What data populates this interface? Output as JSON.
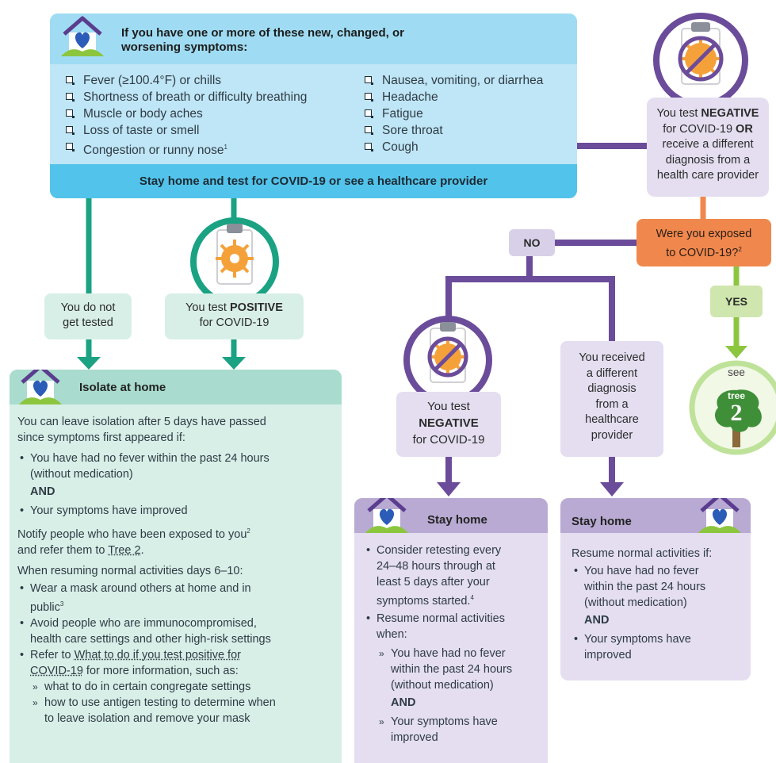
{
  "top_box": {
    "title_line1": "If you have one or more of these new, changed, or",
    "title_line2": "worsening symptoms:",
    "symptoms_left": [
      "Fever (≥100.4°F) or chills",
      "Shortness of breath or difficulty breathing",
      "Muscle or body aches",
      "Loss of taste or smell",
      "Congestion or runny nose"
    ],
    "footnote_1": "1",
    "symptoms_right": [
      "Nausea, vomiting, or diarrhea",
      "Headache",
      "Fatigue",
      "Sore throat",
      "Cough"
    ],
    "action": "Stay home and test for COVID-19 or see a healthcare provider"
  },
  "not_tested": {
    "line1": "You do not",
    "line2": "get tested"
  },
  "positive": {
    "pre": "You test ",
    "strong": "POSITIVE",
    "line2": "for COVID-19"
  },
  "negative_top": {
    "line1_pre": "You test ",
    "line1_strong": "NEGATIVE",
    "line2_pre": "for COVID-19 ",
    "line2_strong": "OR",
    "line3": "receive a different",
    "line4": "diagnosis from a",
    "line5": "health care provider"
  },
  "exposed_question": {
    "line1": "Were you exposed",
    "line2": "to COVID-19?",
    "footnote": "2"
  },
  "no_label": "NO",
  "yes_label": "YES",
  "tree2": {
    "see": "see",
    "tree": "tree",
    "num": "2"
  },
  "negative_mid": {
    "line1": "You test",
    "line2": "NEGATIVE",
    "line3": "for COVID-19"
  },
  "diff_diagnosis": [
    "You received",
    "a different",
    "diagnosis",
    "from a",
    "healthcare",
    "provider"
  ],
  "isolate": {
    "title": "Isolate at home",
    "intro1": "You can leave isolation after 5 days have passed",
    "intro2": "since symptoms first appeared if:",
    "b1a": "You have had no fever within the past 24 hours",
    "b1b": "(without medication)",
    "and": "AND",
    "b2": "Your symptoms have improved",
    "notify1": "Notify people who have been exposed to you",
    "notify_fn": "2",
    "notify2_pre": "and refer them to ",
    "notify2_link": "Tree 2",
    "notify2_post": ".",
    "resume": "When resuming normal activities days 6–10:",
    "r1a": "Wear a mask around others at home and in",
    "r1b": "public",
    "r1_fn": "3",
    "r2a": "Avoid people who are immunocompromised,",
    "r2b": "health care settings and other high-risk settings",
    "r3_pre": "Refer to ",
    "r3_link1": "What to do if you test positive for",
    "r3_link2": "COVID-19",
    "r3_post": " for more information, such as:",
    "s1": "what to do in certain congregate settings",
    "s2a": "how to use antigen testing to determine when",
    "s2b": "to leave isolation and remove your mask"
  },
  "stay_home_mid": {
    "title": "Stay home",
    "b1": [
      "Consider retesting every",
      "24–48 hours through at",
      "least 5 days after your",
      "symptoms started."
    ],
    "b1_fn": "4",
    "b2": [
      "Resume normal activities",
      "when:"
    ],
    "s1": [
      "You have had no fever",
      "within the past 24 hours",
      "(without medication)"
    ],
    "and": "AND",
    "s2": [
      "Your symptoms have",
      "improved"
    ]
  },
  "stay_home_right": {
    "title": "Stay home",
    "intro": "Resume normal activities if:",
    "b1": [
      "You have had no fever",
      "within the past 24 hours",
      "(without medication)"
    ],
    "and": "AND",
    "b2": [
      "Your symptoms have",
      "improved"
    ]
  },
  "colors": {
    "top_blue": "#bfe6f6",
    "top_band": "#52c3ea",
    "teal_light": "#d8efe7",
    "teal_header": "#a9dccf",
    "teal_line": "#1aa283",
    "purple": "#6b4c9a",
    "purple_light": "#e4def0",
    "purple_header": "#b8aad2",
    "orange": "#f0884e",
    "green": "#8cc63f",
    "lavender_tag": "#d8d0e8"
  }
}
